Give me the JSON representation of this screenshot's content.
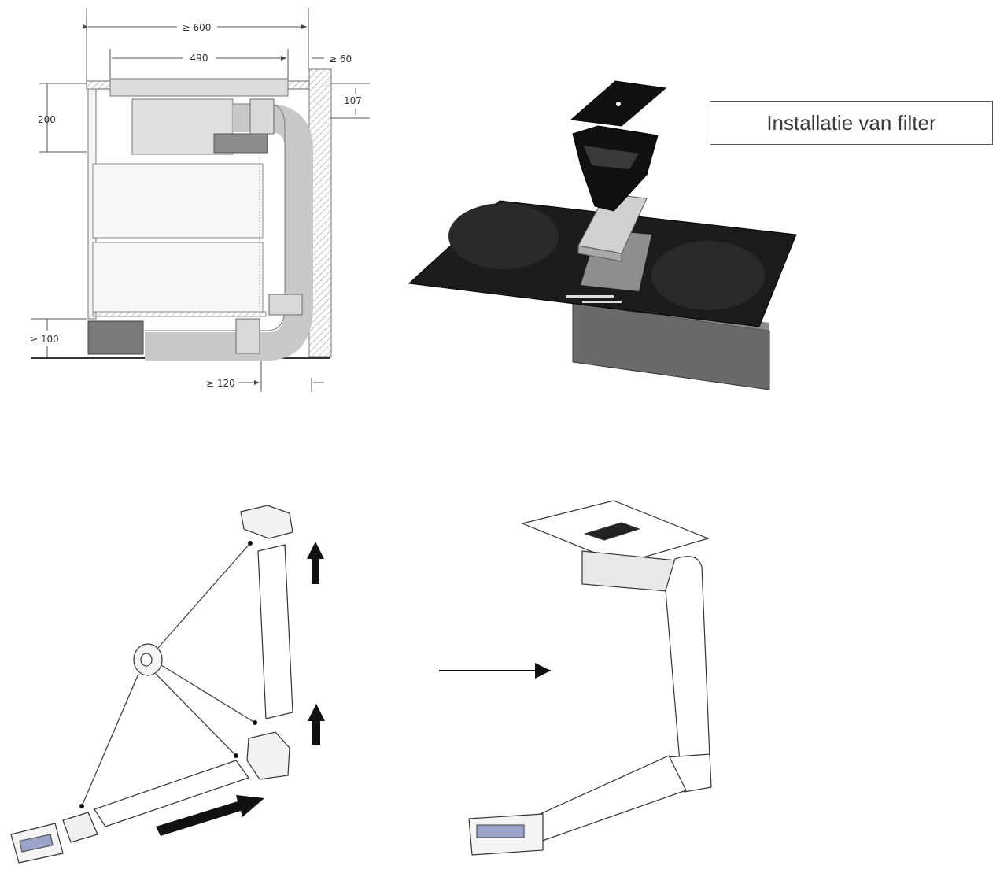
{
  "cross_section": {
    "dim_total_width": "≥ 600",
    "dim_cutout_width": "490",
    "dim_wall_gap": "≥ 60",
    "dim_worktop_depth": "107",
    "dim_height": "200",
    "dim_plinth": "≥ 100",
    "dim_bottom": "≥ 120"
  },
  "filter_label": "Installatie van filter",
  "colors": {
    "line": "#4a4a4a",
    "fill_light": "#e6e6e6",
    "fill_mid": "#bdbdbd",
    "fill_dark": "#7a7a7a",
    "hob": "#1c1c1c",
    "filter_box": "#5a5a5a"
  }
}
